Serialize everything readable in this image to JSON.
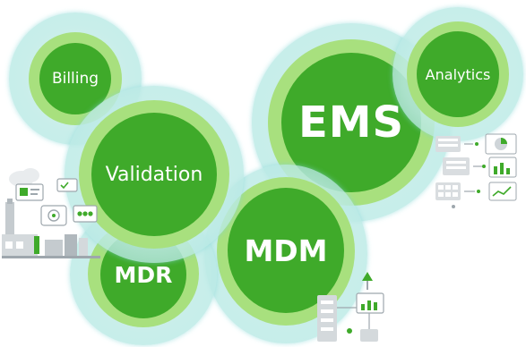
{
  "bubbles": {
    "billing": "Billing",
    "analytics": "Analytics",
    "ems": "EMS",
    "validation": "Validation",
    "mdm": "MDM",
    "mdr": "MDR"
  },
  "colors": {
    "core_green": "#3faa2a",
    "ring_green": "#a8e07e",
    "halo_cyan": "#bdeae6"
  }
}
